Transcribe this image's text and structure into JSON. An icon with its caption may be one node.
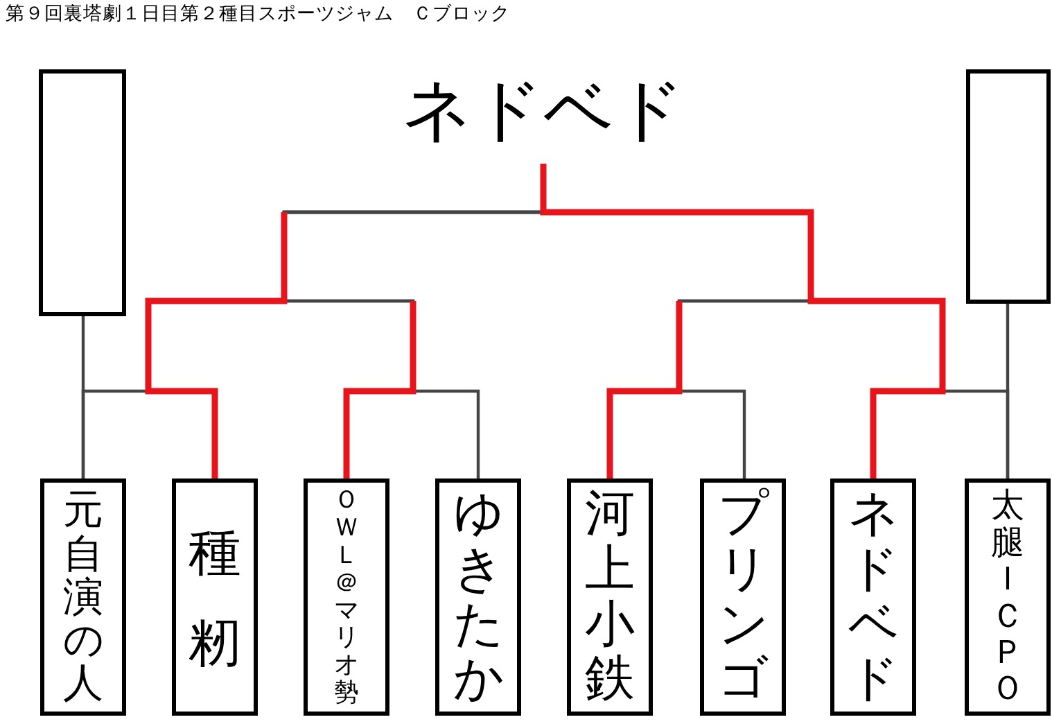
{
  "diagram": {
    "title": "第９回裏塔劇１日目第２種目スポーツジャム　Ｃブロック",
    "nodes": [
      {
        "text": [
          "ネドベド"
        ]
      },
      {
        "text": [],
        "shape": "box"
      },
      {
        "text": [],
        "shape": "box"
      },
      {
        "text": [
          "元自演の人"
        ]
      },
      {
        "text": [
          "種籾"
        ]
      },
      {
        "text": [
          "ＯＷＬ＠マリオ勢"
        ]
      },
      {
        "text": [
          "ゆきたか"
        ]
      },
      {
        "text": [
          "河上小鉄"
        ]
      },
      {
        "text": [
          "プリンゴ"
        ]
      },
      {
        "text": [
          "ネドベド"
        ]
      },
      {
        "text": [
          "太腿ＩＣＰＯ"
        ]
      }
    ],
    "edges": [
      {
        "from": 3,
        "to": 0,
        "arrow": "none"
      },
      {
        "from": 4,
        "to": 0,
        "arrow": "none"
      },
      {
        "from": 5,
        "to": 0,
        "arrow": "none"
      },
      {
        "from": 6,
        "to": 0,
        "arrow": "none"
      },
      {
        "from": 7,
        "to": 0,
        "arrow": "none"
      },
      {
        "from": 8,
        "to": 0,
        "arrow": "none"
      },
      {
        "from": 9,
        "to": 0,
        "arrow": "none",
        "style": "thick",
        "color": "#e8141b"
      },
      {
        "from": 10,
        "to": 0,
        "arrow": "none"
      },
      {
        "from": 1,
        "to": 3,
        "arrow": "none"
      },
      {
        "from": 2,
        "to": 10,
        "arrow": "none"
      }
    ]
  }
}
